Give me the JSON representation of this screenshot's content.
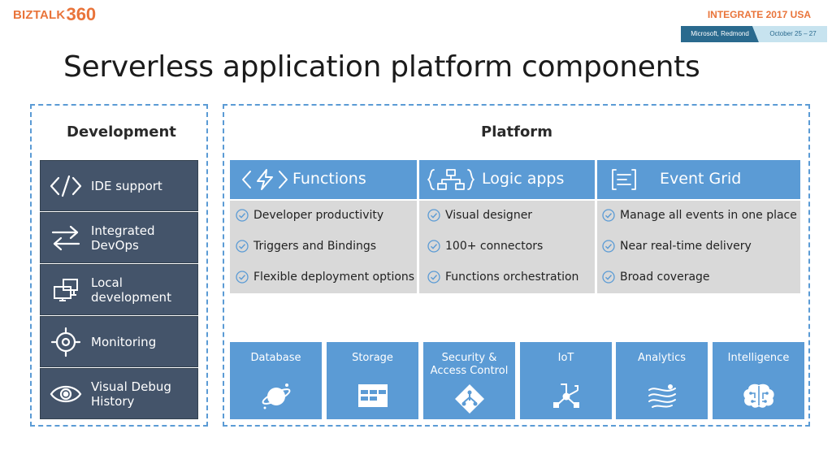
{
  "brand": {
    "logo_text": "BIZTALK",
    "logo_number": "360",
    "accent": "#e9743a"
  },
  "event": {
    "title": "INTEGRATE 2017 USA",
    "location": "Microsoft, Redmond",
    "dates": "October 25 – 27"
  },
  "title": "Serverless application platform components",
  "development": {
    "heading": "Development",
    "items": [
      {
        "label": "IDE support",
        "icon": "code-icon"
      },
      {
        "label": "Integrated DevOps",
        "icon": "exchange-arrows-icon"
      },
      {
        "label": "Local development",
        "icon": "computers-icon"
      },
      {
        "label": "Monitoring",
        "icon": "target-icon"
      },
      {
        "label": "Visual Debug History",
        "icon": "eye-icon"
      }
    ]
  },
  "platform": {
    "heading": "Platform",
    "features": [
      {
        "title": "Functions",
        "icon": "functions-icon",
        "points": [
          "Developer productivity",
          "Triggers and Bindings",
          "Flexible deployment options"
        ]
      },
      {
        "title": "Logic apps",
        "icon": "logic-apps-icon",
        "points": [
          "Visual designer",
          "100+ connectors",
          "Functions orchestration"
        ]
      },
      {
        "title": "Event Grid",
        "icon": "event-grid-icon",
        "points": [
          "Manage all events in one place",
          "Near real-time delivery",
          "Broad coverage"
        ]
      }
    ],
    "services": [
      {
        "label": "Database",
        "icon": "database-planet-icon"
      },
      {
        "label": "Storage",
        "icon": "storage-icon"
      },
      {
        "label": "Security &\nAccess Control",
        "icon": "security-icon"
      },
      {
        "label": "IoT",
        "icon": "iot-icon"
      },
      {
        "label": "Analytics",
        "icon": "analytics-icon"
      },
      {
        "label": "Intelligence",
        "icon": "brain-icon"
      }
    ]
  },
  "colors": {
    "tile_blue": "#5b9bd5",
    "dev_slate": "#44546a",
    "body_gray": "#d9d9d9",
    "dash": "#5b9bd5"
  }
}
